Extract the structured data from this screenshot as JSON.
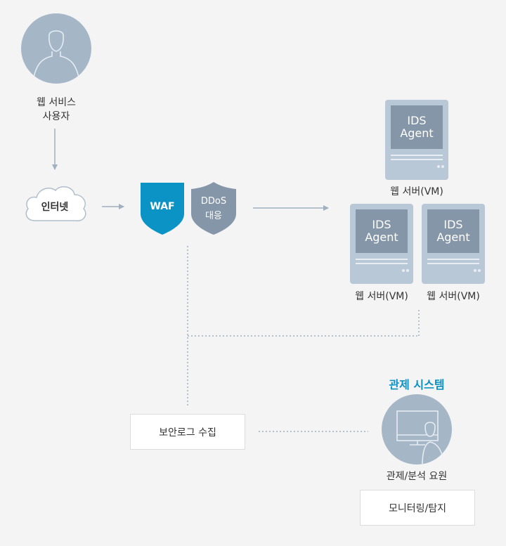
{
  "nodes": {
    "user": {
      "line1": "웹 서비스",
      "line2": "사용자",
      "icon": "user-icon"
    },
    "internet": {
      "label": "인터넷",
      "icon": "cloud-icon"
    },
    "waf": {
      "label": "WAF",
      "color": "#0b93c5"
    },
    "ddos": {
      "line1": "DDoS",
      "line2": "대응",
      "color": "#8496a8"
    },
    "servers": [
      {
        "screen_line1": "IDS",
        "screen_line2": "Agent",
        "label": "웹 서버(VM)"
      },
      {
        "screen_line1": "IDS",
        "screen_line2": "Agent",
        "label": "웹 서버(VM)"
      },
      {
        "screen_line1": "IDS",
        "screen_line2": "Agent",
        "label": "웹 서버(VM)"
      }
    ],
    "log_collect": {
      "label": "보안로그 수집"
    },
    "control_system": {
      "title": "관제 시스템",
      "title_color": "#0b93c5",
      "icon": "operator-monitor-icon"
    },
    "analyst": {
      "label": "관제/분석 요원"
    },
    "monitoring": {
      "label": "모니터링/탐지"
    }
  }
}
